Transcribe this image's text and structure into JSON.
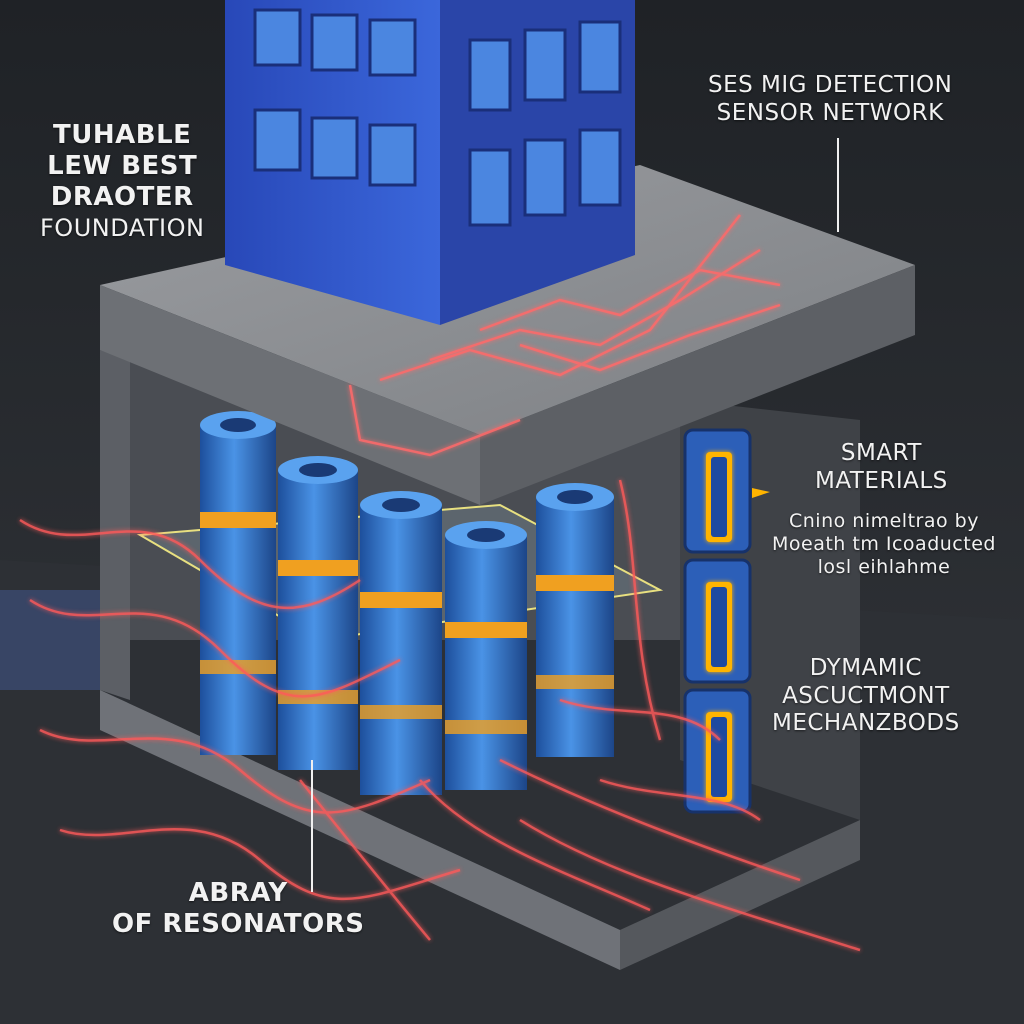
{
  "labels": {
    "foundation": [
      "TUHABLE",
      "LEW BEST",
      "DRAOTER",
      "FOUNDATION"
    ],
    "sensor": [
      "SES MIG DETECTION",
      "SENSOR NETWORK"
    ],
    "smart": [
      "SMART",
      "MATERIALS"
    ],
    "smart_caption": [
      "Cnino nimeltrao by",
      "Moeath tm Icoaducted",
      "losl eihlahme"
    ],
    "dynamic": [
      "DYMAMIC",
      "ASCUCTMONT",
      "MECHANZBODS"
    ],
    "resonators": [
      "ABRAY",
      "OF RESONATORS"
    ]
  },
  "colors": {
    "background": "#2a2c31",
    "concrete": "#8c8e92",
    "building": "#2f56c9",
    "resonator": "#3d7fd6",
    "ring": "#f0a020",
    "wave": "#ff5a5a",
    "accent": "#ffb400"
  }
}
